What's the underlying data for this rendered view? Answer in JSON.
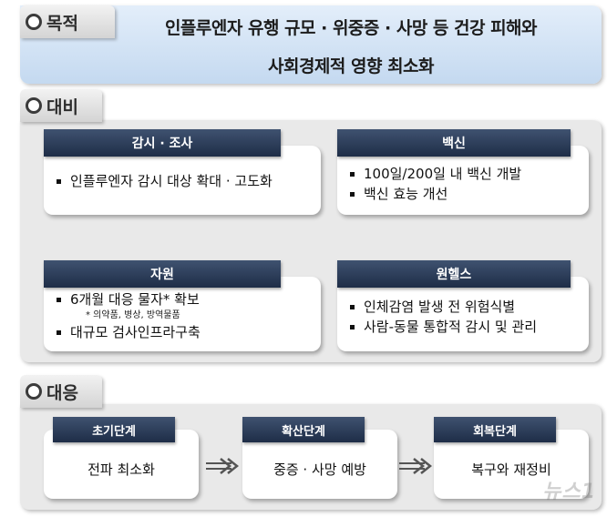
{
  "goal": {
    "tab_label": "목적",
    "line1": "인플루엔자 유행 규모 · 위중증 · 사망 등 건강 피해와",
    "line2": "사회경제적 영향 최소화"
  },
  "prepare": {
    "tab_label": "대비",
    "cards": [
      {
        "title": "감시 · 조사",
        "items": [
          "인플루엔자 감시 대상 확대 · 고도화"
        ]
      },
      {
        "title": "백신",
        "items": [
          "100일/200일 내 백신 개발",
          "백신 효능 개선"
        ]
      },
      {
        "title": "자원",
        "items": [
          "6개월 대응 물자* 확보",
          "대규모 검사인프라구축"
        ],
        "note": "* 의약품, 병상, 방역물품"
      },
      {
        "title": "원헬스",
        "items": [
          "인체감염 발생 전 위험식별",
          "사람-동물 통합적 감시 및 관리"
        ]
      }
    ]
  },
  "response": {
    "tab_label": "대응",
    "stages": [
      {
        "title": "초기단계",
        "text": "전파 최소화"
      },
      {
        "title": "확산단계",
        "text": "중증 · 사망 예방"
      },
      {
        "title": "회복단계",
        "text": "복구와 재정비"
      }
    ]
  },
  "watermark": "뉴스1"
}
